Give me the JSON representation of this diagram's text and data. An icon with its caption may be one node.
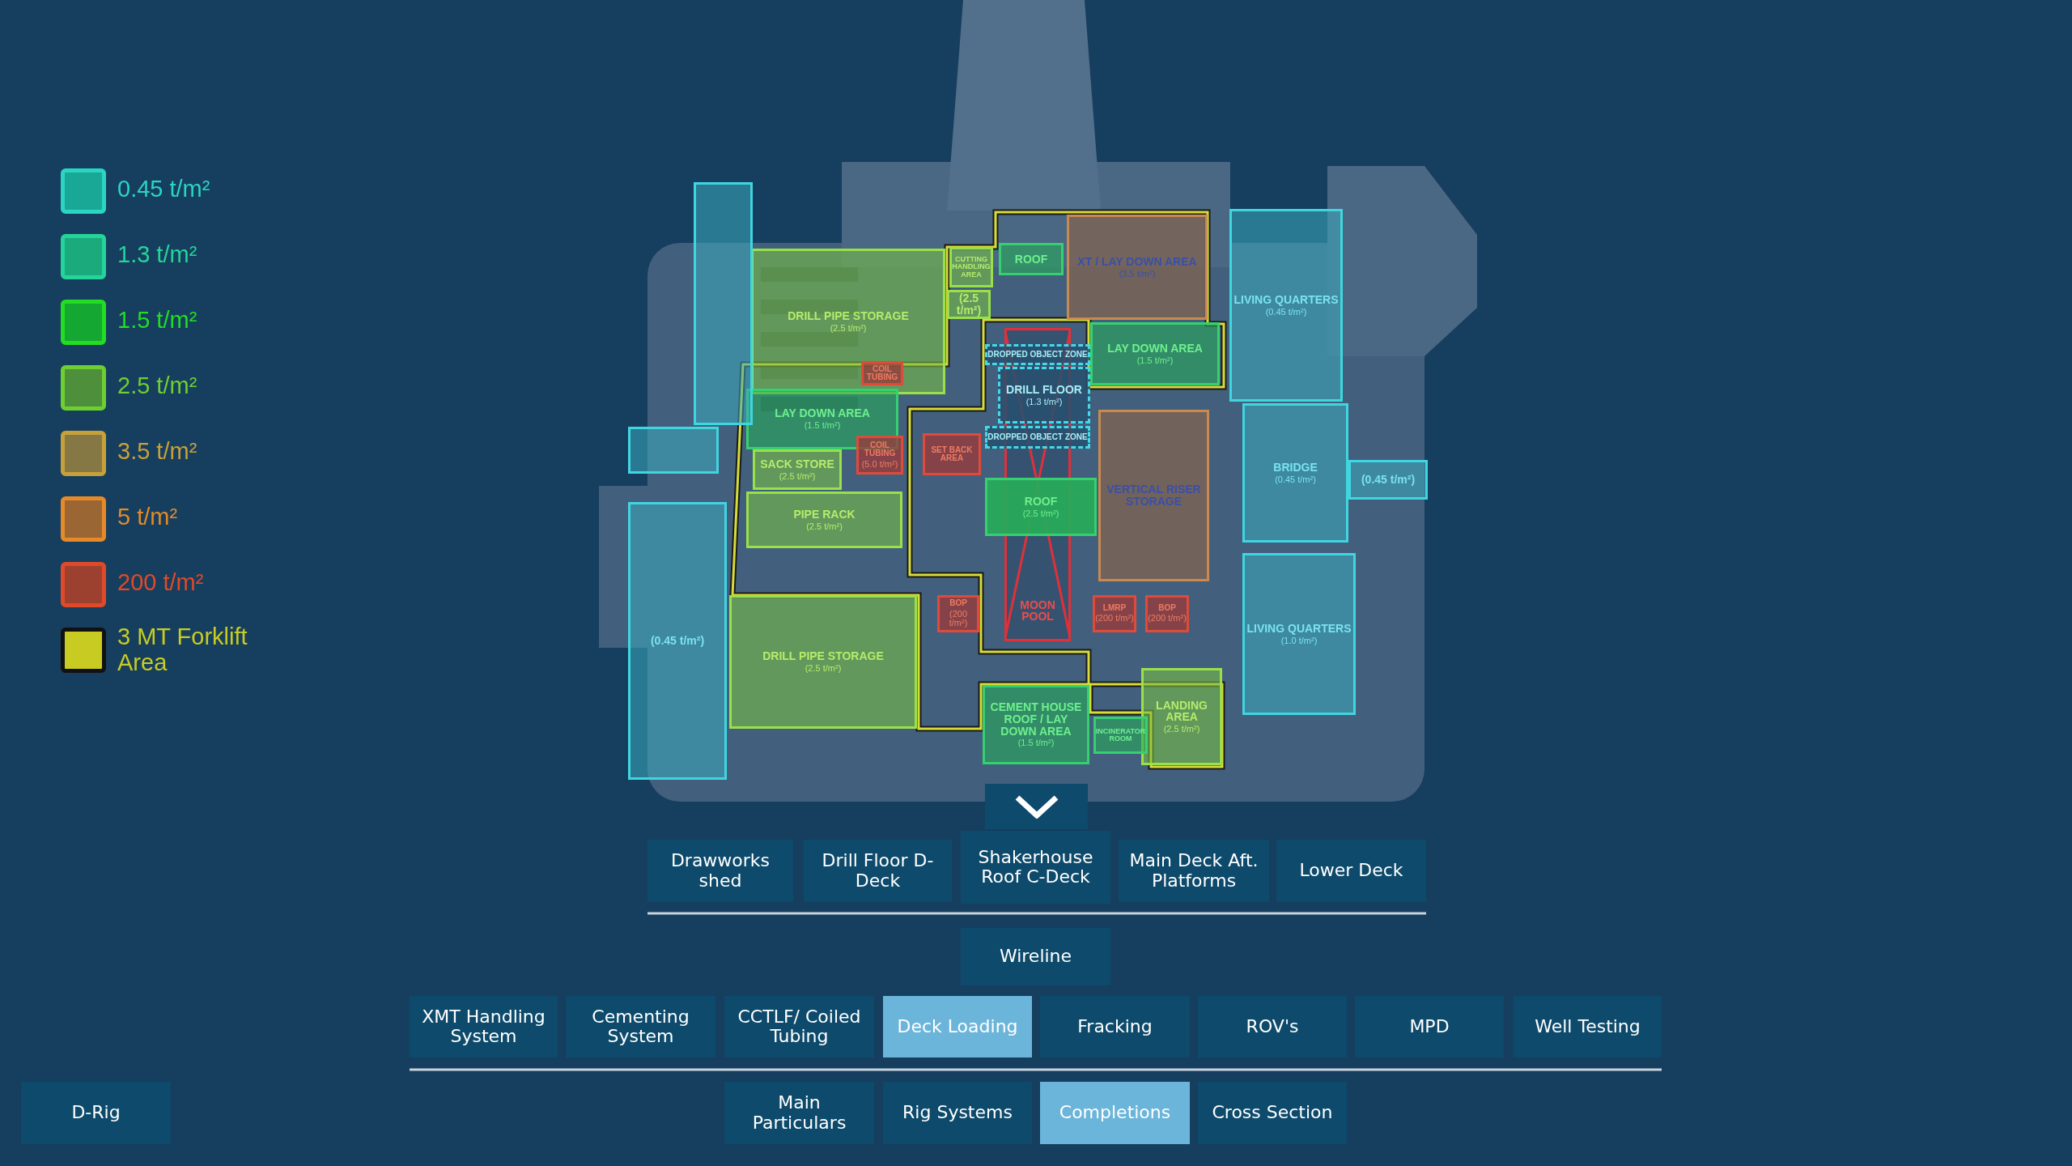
{
  "diagram": {
    "nodes": [
      {
        "text": [
          "DRILL PIPE STORAGE",
          "(2.5 t/m²)"
        ]
      },
      {
        "text": [
          "CUTTING HANDLING AREA"
        ]
      },
      {
        "text": [
          "(2.5 t/m²)"
        ]
      },
      {
        "text": [
          "ROOF"
        ]
      },
      {
        "text": [
          "XT / LAY DOWN AREA",
          "(3.5 t/m²)"
        ]
      },
      {
        "text": [
          "LAY DOWN AREA",
          "(1.5 t/m²)"
        ]
      },
      {
        "text": [
          "COIL TUBING"
        ],
        "in": 0
      },
      {
        "text": [
          "DROPPED OBJECT ZONE"
        ]
      },
      {
        "text": [
          "DRILL FLOOR",
          "(1.3 t/m²)"
        ]
      },
      {
        "text": [
          "LAY DOWN AREA",
          "(1.5 t/m²)"
        ]
      },
      {
        "text": [
          "COIL TUBING",
          "(5.0 t/m²)"
        ]
      },
      {
        "text": [
          "SACK STORE",
          "(2.5 t/m²)"
        ]
      },
      {
        "text": [
          "SET BACK AREA"
        ]
      },
      {
        "text": [
          "DROPPED OBJECT ZONE"
        ]
      },
      {
        "text": [
          "VERTICAL RISER STORAGE"
        ]
      },
      {
        "text": [
          "PIPE RACK",
          "(2.5 t/m²)"
        ]
      },
      {
        "text": [
          "ROOF",
          "(2.5 t/m²)"
        ]
      },
      {
        "text": [
          "LIVING QUARTERS",
          "(0.45 t/m²)"
        ]
      },
      {
        "text": [],
        "shape": "box"
      },
      {
        "text": [],
        "shape": "box"
      },
      {
        "text": [
          "BRIDGE",
          "(0.45 t/m²)"
        ]
      },
      {
        "text": [
          "(0.45 t/m²)"
        ]
      },
      {
        "text": [
          "(0.45 t/m²)"
        ]
      },
      {
        "text": [
          "BOP",
          "(200 t/m²)"
        ]
      },
      {
        "text": [
          "MOON POOL"
        ]
      },
      {
        "text": [
          "LMRP",
          "(200 t/m²)"
        ]
      },
      {
        "text": [
          "BOP",
          "(200 t/m²)"
        ]
      },
      {
        "text": [
          "LIVING QUARTERS",
          "(1.0 t/m²)"
        ]
      },
      {
        "text": [
          "DRILL PIPE STORAGE",
          "(2.5 t/m²)"
        ]
      },
      {
        "text": [
          "LANDING AREA",
          "(2.5 t/m²)"
        ]
      },
      {
        "text": [
          "CEMENT HOUSE ROOF / LAY DOWN AREA",
          "(1.5 t/m²)"
        ]
      },
      {
        "text": [
          "INCINERATOR ROOM"
        ]
      }
    ],
    "labels": [
      "Drawworks shed",
      "Drill Floor D-Deck",
      "Shakerhouse Roof C-Deck",
      "Main Deck Aft. Platforms",
      "Lower Deck",
      "Wireline",
      "XMT Handling System",
      "Cementing System",
      "CCTLF/ Coiled Tubing",
      "Deck Loading",
      "Fracking",
      "ROV's",
      "MPD",
      "Well Testing",
      "D-Rig",
      "Main Particulars",
      "Rig Systems",
      "Completions",
      "Cross Section"
    ],
    "legend": [
      {
        "text": "0.45 t/m²",
        "color": "#1aa896"
      },
      {
        "text": "1.3 t/m²",
        "color": "#1aaa7c"
      },
      {
        "text": "1.5 t/m²",
        "color": "#14a832"
      },
      {
        "text": "2.5 t/m²",
        "color": "#4e8f3c"
      },
      {
        "text": "3.5 t/m²",
        "color": "#857844"
      },
      {
        "text": "5 t/m²",
        "color": "#9a6634"
      },
      {
        "text": "200 t/m²",
        "color": "#9c4030"
      },
      {
        "text": "3 MT Forklift Area",
        "color": "#c8cc22"
      }
    ]
  }
}
